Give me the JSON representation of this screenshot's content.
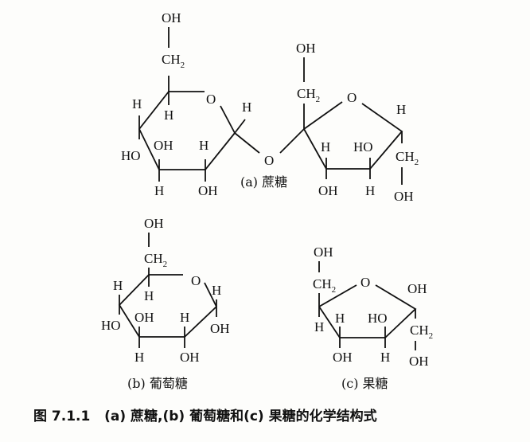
{
  "figure": {
    "caption": "图 7.1.1   (a) 蔗糖,(b) 葡萄糖和(c) 果糖的化学结构式",
    "panels": [
      {
        "id": "a",
        "label": "(a) 蔗糖",
        "compound": "sucrose"
      },
      {
        "id": "b",
        "label": "(b) 葡萄糖",
        "compound": "glucose"
      },
      {
        "id": "c",
        "label": "(c) 果糖",
        "compound": "fructose"
      }
    ]
  },
  "atoms": {
    "OH": "OH",
    "HO": "HO",
    "H": "H",
    "O": "O",
    "CH": "CH",
    "two": "2"
  }
}
